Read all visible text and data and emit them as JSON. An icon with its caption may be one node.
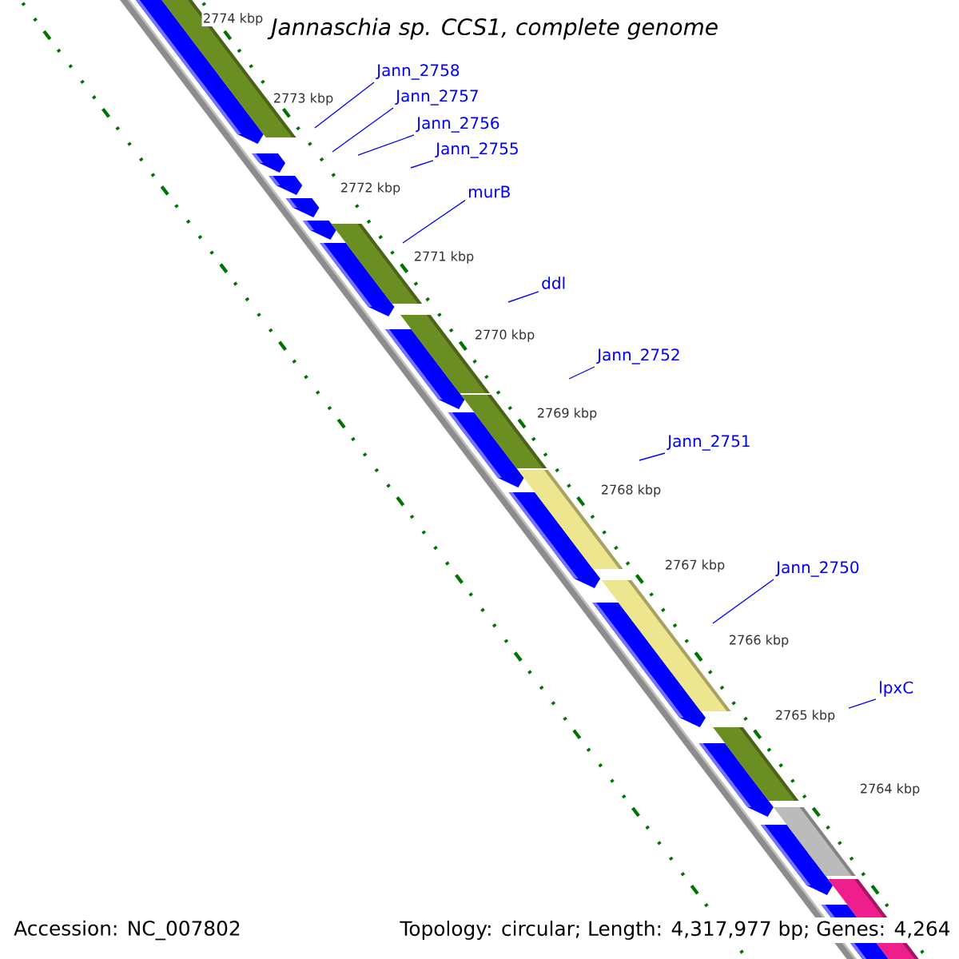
{
  "diagram": {
    "title": "Jannaschia sp. CCS1, complete genome",
    "nodes": [
      {
        "text": [
          "Jann_2758"
        ]
      },
      {
        "text": [
          "Jann_2757"
        ]
      },
      {
        "text": [
          "Jann_2756"
        ]
      },
      {
        "text": [
          "Jann_2755"
        ]
      },
      {
        "text": [
          "murB"
        ]
      },
      {
        "text": [
          "ddl"
        ]
      },
      {
        "text": [
          "Jann_2752"
        ]
      },
      {
        "text": [
          "Jann_2751"
        ]
      },
      {
        "text": [
          "Jann_2750"
        ]
      },
      {
        "text": [
          "lpxC"
        ]
      }
    ],
    "edges": [
      {
        "from": 0,
        "to": null,
        "arrow": "none"
      },
      {
        "from": 1,
        "to": null,
        "arrow": "none"
      },
      {
        "from": 2,
        "to": null,
        "arrow": "none"
      },
      {
        "from": 3,
        "to": null,
        "arrow": "none"
      },
      {
        "from": 4,
        "to": null,
        "arrow": "none"
      },
      {
        "from": 5,
        "to": null,
        "arrow": "none"
      },
      {
        "from": 6,
        "to": null,
        "arrow": "none"
      },
      {
        "from": 7,
        "to": null,
        "arrow": "none"
      },
      {
        "from": 8,
        "to": null,
        "arrow": "none"
      },
      {
        "from": 9,
        "to": null,
        "arrow": "none"
      }
    ],
    "labels": [
      "2774 kbp",
      "2773 kbp",
      "2772 kbp",
      "2771 kbp",
      "2770 kbp",
      "2769 kbp",
      "2768 kbp",
      "2767 kbp",
      "2766 kbp",
      "2765 kbp",
      "2764 kbp",
      "Accession: NC_007802",
      "Topology: circular; Length: 4,317,977 bp; Genes: 4,264"
    ]
  }
}
